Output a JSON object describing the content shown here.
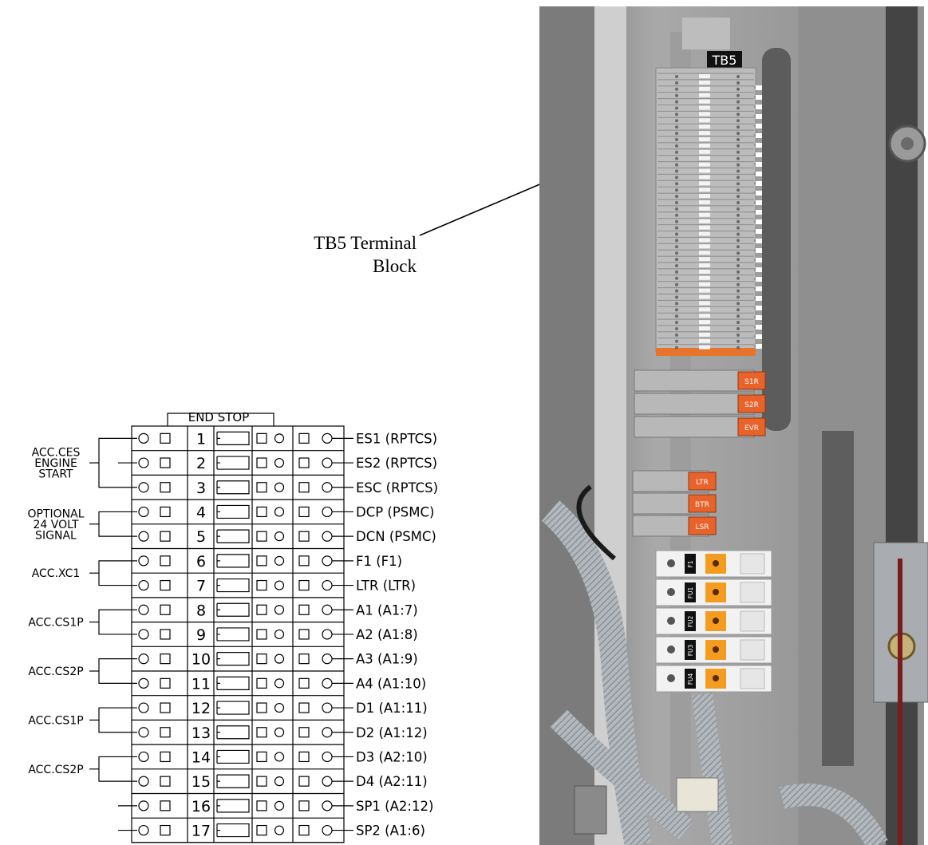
{
  "callout": {
    "line1": "TB5 Terminal",
    "line2": "Block"
  },
  "terminal_block": {
    "header": "END STOP",
    "terminals": [
      {
        "num": "1",
        "wire": "ES1",
        "ref": "(RPTCS)"
      },
      {
        "num": "2",
        "wire": "ES2",
        "ref": "(RPTCS)"
      },
      {
        "num": "3",
        "wire": "ESC",
        "ref": "(RPTCS)"
      },
      {
        "num": "4",
        "wire": "DCP",
        "ref": "(PSMC)"
      },
      {
        "num": "5",
        "wire": "DCN",
        "ref": "(PSMC)"
      },
      {
        "num": "6",
        "wire": "F1",
        "ref": "(F1)"
      },
      {
        "num": "7",
        "wire": "LTR",
        "ref": "(LTR)"
      },
      {
        "num": "8",
        "wire": "A1",
        "ref": "(A1:7)"
      },
      {
        "num": "9",
        "wire": "A2",
        "ref": "(A1:8)"
      },
      {
        "num": "10",
        "wire": "A3",
        "ref": "(A1:9)"
      },
      {
        "num": "11",
        "wire": "A4",
        "ref": "(A1:10)"
      },
      {
        "num": "12",
        "wire": "D1",
        "ref": "(A1:11)"
      },
      {
        "num": "13",
        "wire": "D2",
        "ref": "(A1:12)"
      },
      {
        "num": "14",
        "wire": "D3",
        "ref": "(A2:10)"
      },
      {
        "num": "15",
        "wire": "D4",
        "ref": "(A2:11)"
      },
      {
        "num": "16",
        "wire": "SP1",
        "ref": "(A2:12)"
      },
      {
        "num": "17",
        "wire": "SP2",
        "ref": "(A1:6)"
      }
    ],
    "groups": [
      {
        "lines": [
          "ACC.CES",
          "ENGINE",
          "START"
        ],
        "rows": [
          1,
          3
        ]
      },
      {
        "lines": [
          "OPTIONAL",
          "24 VOLT",
          "SIGNAL"
        ],
        "rows": [
          4,
          5
        ]
      },
      {
        "lines": [
          "ACC.XC1"
        ],
        "rows": [
          6,
          7
        ]
      },
      {
        "lines": [
          "ACC.CS1P"
        ],
        "rows": [
          8,
          9
        ]
      },
      {
        "lines": [
          "ACC.CS2P"
        ],
        "rows": [
          10,
          11
        ]
      },
      {
        "lines": [
          "ACC.CS1P"
        ],
        "rows": [
          12,
          13
        ]
      },
      {
        "lines": [
          "ACC.CS2P"
        ],
        "rows": [
          14,
          15
        ]
      }
    ]
  },
  "photo": {
    "tb_tag": "TB5",
    "relays": [
      "S1R",
      "S2R",
      "EVR",
      "LTR",
      "BTR",
      "LSR"
    ],
    "fuses": [
      "F1",
      "FU1",
      "FU2",
      "FU3",
      "FU4"
    ],
    "colors": {
      "relay_orange": "#e8622a",
      "fuse_orange": "#f39c1f",
      "panel_gray": "#b9b9b9",
      "wire_gray": "#8e8e8e"
    }
  }
}
